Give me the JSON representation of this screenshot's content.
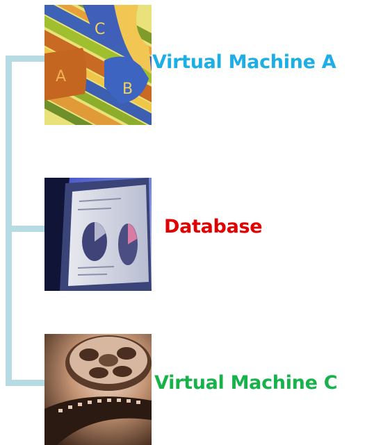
{
  "nodes": [
    {
      "label": "Virtual Machine A",
      "color": "#1eaee6",
      "icon": "file-folders-abc-icon",
      "tabs": [
        "A",
        "B",
        "C"
      ]
    },
    {
      "label": "Database",
      "color": "#e10000",
      "icon": "computer-monitor-pie-chart-icon"
    },
    {
      "label": "Virtual Machine C",
      "color": "#17b24a",
      "icon": "film-reel-icon"
    }
  ],
  "connector_color": "#b7dbe3"
}
